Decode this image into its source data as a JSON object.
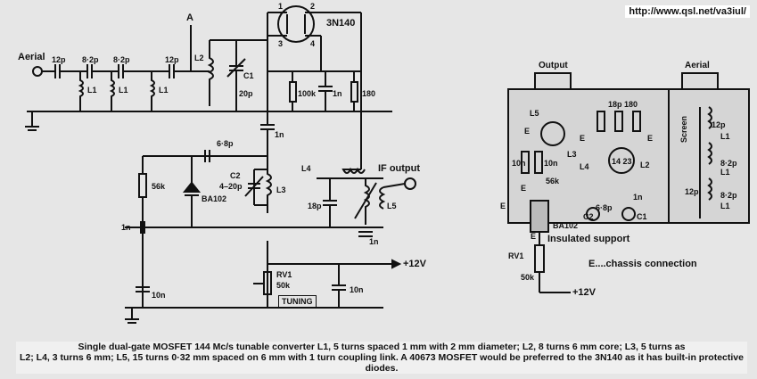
{
  "url": "http://www.qsl.net/va3iul/",
  "caption": {
    "line1": "Single dual-gate MOSFET 144 Mc/s tunable converter L1, 5 turns spaced 1 mm with 2 mm diameter; L2, 8 turns 6 mm core; L3, 5 turns as",
    "line2": "L2; L4, 3 turns 6 mm; L5, 15 turns 0·32 mm spaced on 6 mm with 1 turn coupling link. A 40673 MOSFET would be preferred to the 3N140 as it has built-in protective diodes."
  },
  "schematic": {
    "aerial": "Aerial",
    "c_in1": "12p",
    "c_in2": "8·2p",
    "c_in3": "8·2p",
    "c_in4": "12p",
    "l1a": "L1",
    "l1b": "L1",
    "l1c": "L1",
    "l2": "L2",
    "c1": "C1",
    "c1_val": "20p",
    "point_a": "A",
    "mosfet": "3N140",
    "pin1": "1",
    "pin2": "2",
    "pin3": "3",
    "pin4": "4",
    "r100k": "100k",
    "c1n_a": "1n",
    "r180": "180",
    "c1n_b": "1n",
    "c68p": "6·8p",
    "c2": "C2",
    "c2_val": "4–20p",
    "l3": "L3",
    "r56k": "56k",
    "ba102": "BA102",
    "l4": "L4",
    "if_output": "IF output",
    "c18p": "18p",
    "l5": "L5",
    "c1n_c": "1n",
    "c1n_d": "1n",
    "plus12v": "+12V",
    "rv1": "RV1",
    "rv1_val": "50k",
    "c10n_a": "10n",
    "c10n_b": "10n",
    "tuning": "TUNING"
  },
  "layout_panel": {
    "output": "Output",
    "aerial": "Aerial",
    "screen": "Screen",
    "l5": "L5",
    "e1": "E",
    "e2": "E",
    "e3": "E",
    "e4": "E",
    "e5": "E",
    "e6": "E",
    "r10n": "10n",
    "r10n_b": "10n",
    "r18p": "18p",
    "r180": "180",
    "l3": "L3",
    "l4": "L4",
    "l2": "L2",
    "pins": "14 23",
    "r56k": "56k",
    "c1n": "1n",
    "c68p": "6·8p",
    "c2": "C2",
    "c1": "C1",
    "ba102": "BA102",
    "insulated": "Insulated support",
    "chassis": "E....chassis connection",
    "rv1": "RV1",
    "rv1_val": "50k",
    "plus12v": "+12V",
    "c12p_a": "12p",
    "c12p_b": "12p",
    "c82p_a": "8·2p",
    "c82p_b": "8·2p",
    "l1a": "L1",
    "l1b": "L1",
    "l1c": "L1"
  }
}
